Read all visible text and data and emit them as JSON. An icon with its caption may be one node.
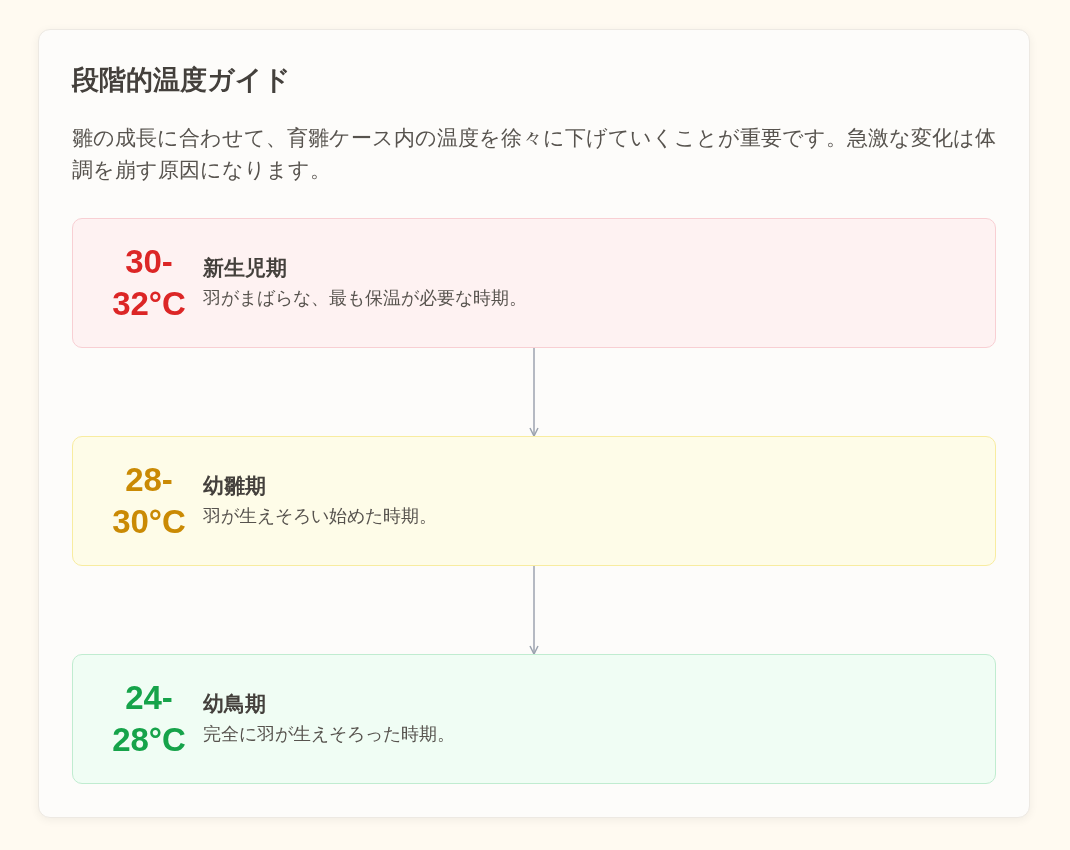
{
  "diagram": {
    "title": "段階的温度ガイド",
    "nodes": [
      {
        "text": [
          "30-32°C",
          "新生児期",
          "羽がまばらな、最も保温が必要な時期。"
        ]
      },
      {
        "text": [
          "28-30°C",
          "幼雛期",
          "羽が生えそろい始めた時期。"
        ]
      },
      {
        "text": [
          "24-28°C",
          "幼鳥期",
          "完全に羽が生えそろった時期。"
        ]
      }
    ],
    "edges": [
      {
        "from": 0,
        "to": 1,
        "arrow": "to"
      },
      {
        "from": 1,
        "to": 2,
        "arrow": "to"
      }
    ],
    "labels": [
      "雛の成長に合わせて、育雛ケース内の温度を徐々に下げていくことが重要です。急激な変化は体調を崩す原因になります。"
    ]
  }
}
